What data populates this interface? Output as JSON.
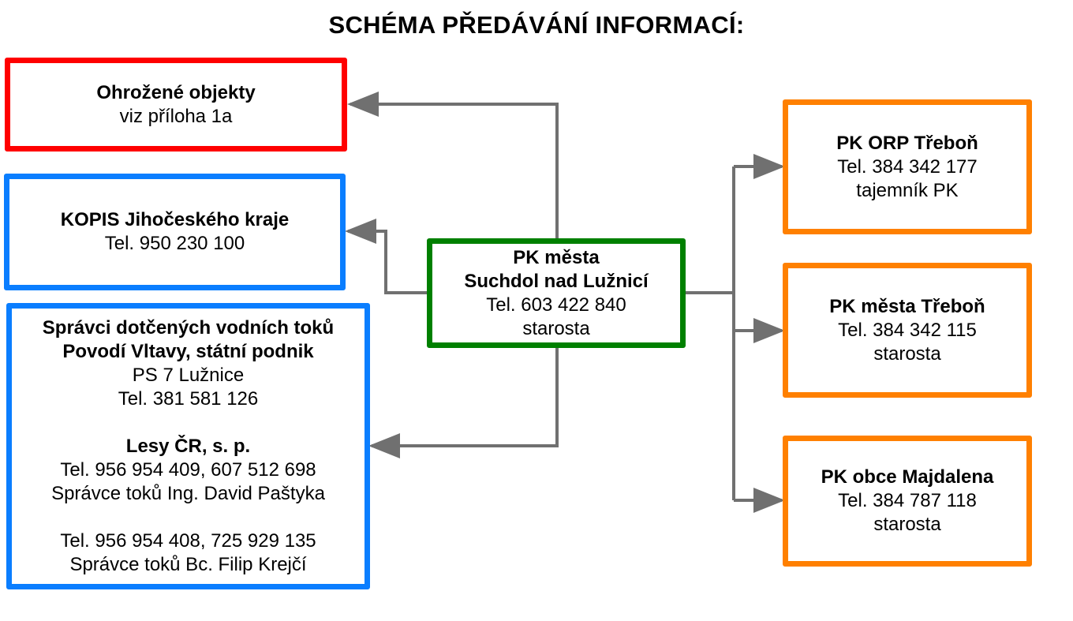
{
  "title": "SCHÉMA PŘEDÁVÁNÍ INFORMACÍ:",
  "colors": {
    "red": "#ff0000",
    "blue": "#0a7eff",
    "green": "#008000",
    "orange": "#ff8000",
    "connector": "#707070"
  },
  "center": {
    "line1": "PK města",
    "line2": "Suchdol nad Lužnicí",
    "phone": "Tel. 603 422 840",
    "role": "starosta"
  },
  "left": {
    "threatened": {
      "title": "Ohrožené objekty",
      "note": "viz příloha 1a"
    },
    "kopis": {
      "title": "KOPIS Jihočeského kraje",
      "phone": "Tel. 950 230 100"
    },
    "water": {
      "title1": "Správci dotčených vodních toků",
      "title2": "Povodí Vltavy, státní podnik",
      "unit": "PS 7 Lužnice",
      "phone": "Tel. 381 581 126",
      "lesy_title": "Lesy ČR, s. p.",
      "lesy_phone1": "Tel. 956 954 409, 607 512 698",
      "lesy_person1": "Správce toků Ing. David Paštyka",
      "lesy_phone2": "Tel. 956 954 408, 725 929 135",
      "lesy_person2": "Správce toků Bc. Filip Krejčí"
    }
  },
  "right": {
    "orp": {
      "title": "PK ORP Třeboň",
      "phone": "Tel. 384 342 177",
      "role": "tajemník PK"
    },
    "trebon": {
      "title": "PK města Třeboň",
      "phone": "Tel. 384 342 115",
      "role": "starosta"
    },
    "majdalena": {
      "title": "PK obce Majdalena",
      "phone": "Tel. 384 787 118",
      "role": "starosta"
    }
  }
}
